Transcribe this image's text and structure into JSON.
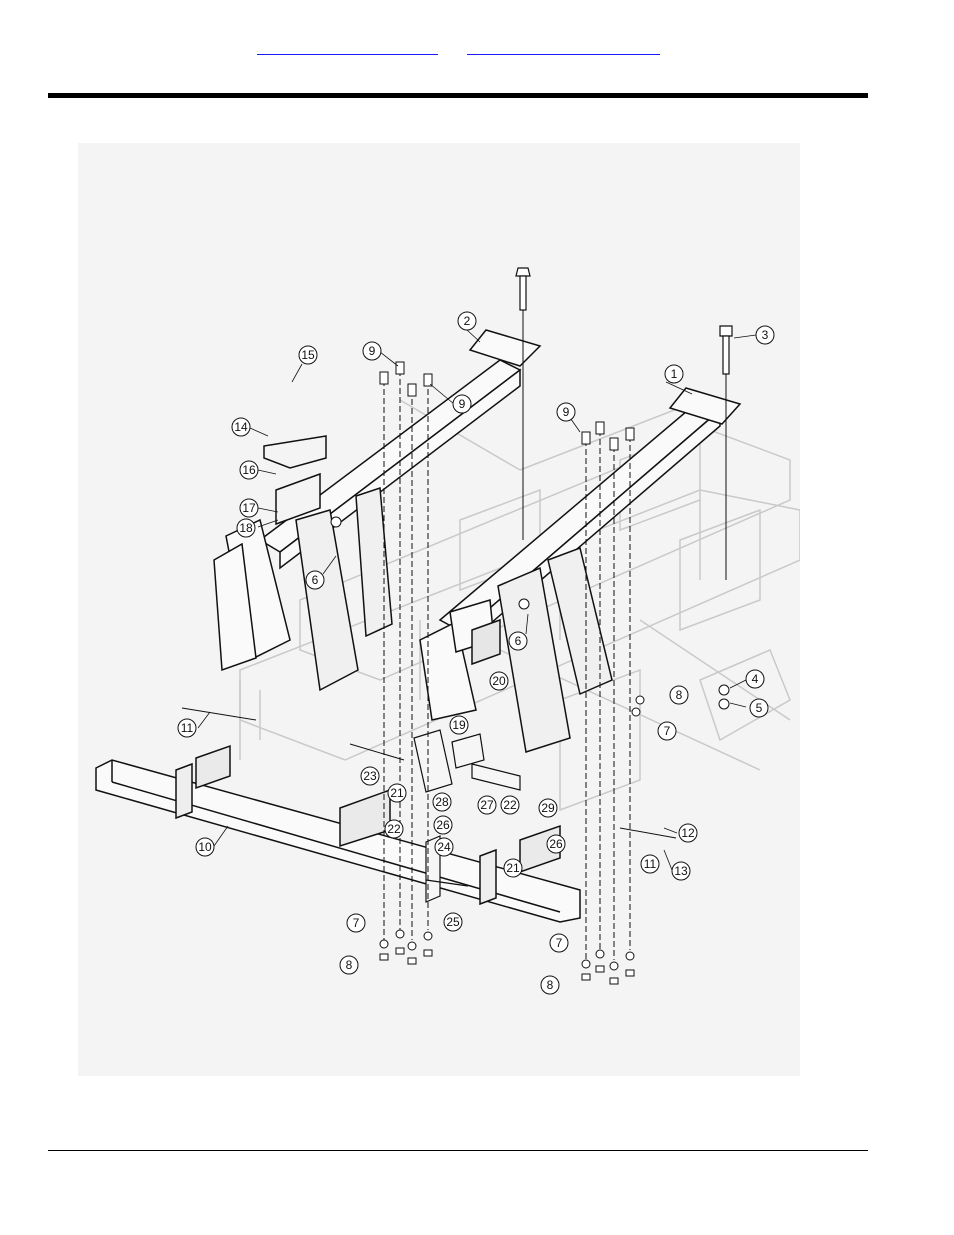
{
  "header": {
    "link_left": "",
    "link_right": ""
  },
  "callouts": [
    {
      "id": "c1",
      "label": "1"
    },
    {
      "id": "c2",
      "label": "2"
    },
    {
      "id": "c3",
      "label": "3"
    },
    {
      "id": "c4",
      "label": "4"
    },
    {
      "id": "c5",
      "label": "5"
    },
    {
      "id": "c6a",
      "label": "6"
    },
    {
      "id": "c6b",
      "label": "6"
    },
    {
      "id": "c7a",
      "label": "7"
    },
    {
      "id": "c7b",
      "label": "7"
    },
    {
      "id": "c7c",
      "label": "7"
    },
    {
      "id": "c8a",
      "label": "8"
    },
    {
      "id": "c8b",
      "label": "8"
    },
    {
      "id": "c8c",
      "label": "8"
    },
    {
      "id": "c9a",
      "label": "9"
    },
    {
      "id": "c9b",
      "label": "9"
    },
    {
      "id": "c9c",
      "label": "9"
    },
    {
      "id": "c10",
      "label": "10"
    },
    {
      "id": "c11a",
      "label": "11"
    },
    {
      "id": "c11b",
      "label": "11"
    },
    {
      "id": "c12",
      "label": "12"
    },
    {
      "id": "c13",
      "label": "13"
    },
    {
      "id": "c14",
      "label": "14"
    },
    {
      "id": "c15",
      "label": "15"
    },
    {
      "id": "c16",
      "label": "16"
    },
    {
      "id": "c17",
      "label": "17"
    },
    {
      "id": "c18",
      "label": "18"
    },
    {
      "id": "c19",
      "label": "19"
    },
    {
      "id": "c20",
      "label": "20"
    },
    {
      "id": "c21a",
      "label": "21"
    },
    {
      "id": "c21b",
      "label": "21"
    },
    {
      "id": "c22a",
      "label": "22"
    },
    {
      "id": "c22b",
      "label": "22"
    },
    {
      "id": "c23",
      "label": "23"
    },
    {
      "id": "c24",
      "label": "24"
    },
    {
      "id": "c25",
      "label": "25"
    },
    {
      "id": "c26a",
      "label": "26"
    },
    {
      "id": "c26b",
      "label": "26"
    },
    {
      "id": "c27",
      "label": "27"
    },
    {
      "id": "c28",
      "label": "28"
    },
    {
      "id": "c29",
      "label": "29"
    }
  ]
}
